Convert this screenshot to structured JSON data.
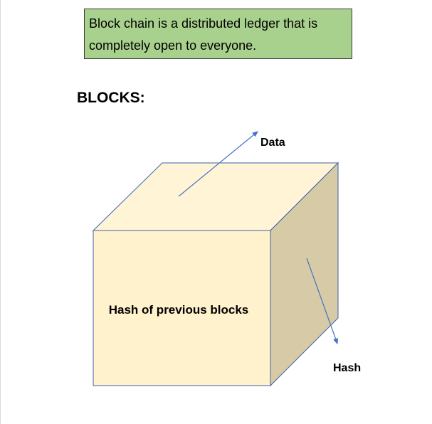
{
  "callout": {
    "line1": "Block chain is a distributed ledger that is",
    "line2": "completely open to everyone."
  },
  "heading": "BLOCKS:",
  "cube": {
    "front_label": "Hash of previous blocks",
    "data_label": "Data",
    "hash_label": "Hash"
  },
  "colors": {
    "callout_fill": "#a9d18e",
    "cube_top": "#fff5d6",
    "cube_front": "#fff2cc",
    "cube_side": "#d6cba6",
    "cube_outline": "#3f62a8",
    "arrow": "#4472c4"
  }
}
